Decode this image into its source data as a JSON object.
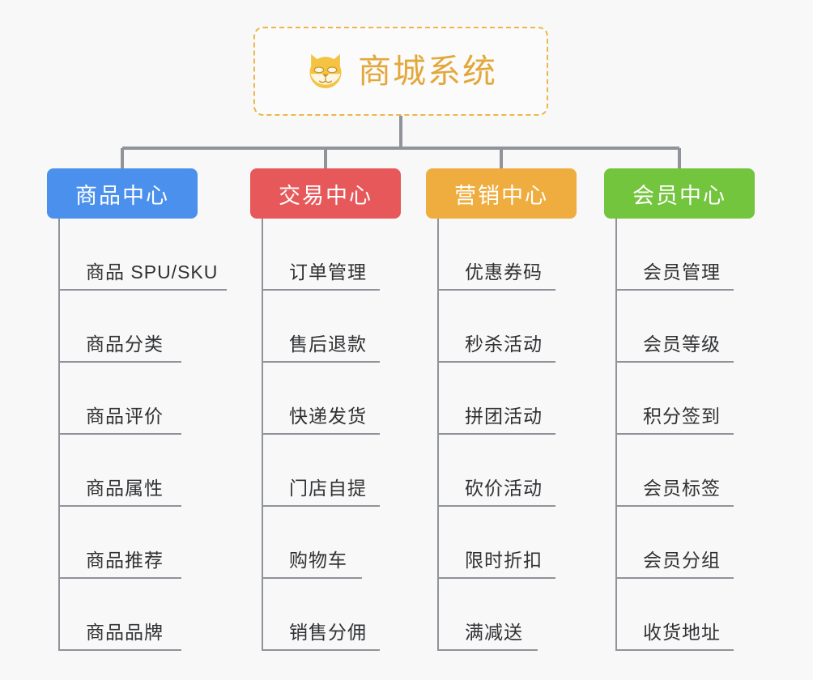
{
  "page": {
    "background_color": "#f8f8f8",
    "line_color": "#909399",
    "text_color": "#303133"
  },
  "root": {
    "title": "商城系统",
    "icon": "shiba-dog-icon",
    "title_color": "#e3a83c",
    "border_color": "#f0b44a",
    "background_color": "#fbfbfb"
  },
  "branches": [
    {
      "label": "商品中心",
      "color": "#4a90ec",
      "items": [
        {
          "label": "商品 SPU/SKU",
          "underline_width": 208
        },
        {
          "label": "商品分类",
          "underline_width": 152
        },
        {
          "label": "商品评价",
          "underline_width": 152
        },
        {
          "label": "商品属性",
          "underline_width": 152
        },
        {
          "label": "商品推荐",
          "underline_width": 152
        },
        {
          "label": "商品品牌",
          "underline_width": 152
        }
      ]
    },
    {
      "label": "交易中心",
      "color": "#e6585a",
      "items": [
        {
          "label": "订单管理",
          "underline_width": 146
        },
        {
          "label": "售后退款",
          "underline_width": 146
        },
        {
          "label": "快递发货",
          "underline_width": 146
        },
        {
          "label": "门店自提",
          "underline_width": 146
        },
        {
          "label": "购物车",
          "underline_width": 124
        },
        {
          "label": "销售分佣",
          "underline_width": 146
        }
      ]
    },
    {
      "label": "营销中心",
      "color": "#eead3e",
      "items": [
        {
          "label": "优惠券码",
          "underline_width": 146
        },
        {
          "label": "秒杀活动",
          "underline_width": 146
        },
        {
          "label": "拼团活动",
          "underline_width": 146
        },
        {
          "label": "砍价活动",
          "underline_width": 146
        },
        {
          "label": "限时折扣",
          "underline_width": 146
        },
        {
          "label": "满减送",
          "underline_width": 124
        }
      ]
    },
    {
      "label": "会员中心",
      "color": "#73c53d",
      "items": [
        {
          "label": "会员管理",
          "underline_width": 146
        },
        {
          "label": "会员等级",
          "underline_width": 146
        },
        {
          "label": "积分签到",
          "underline_width": 146
        },
        {
          "label": "会员标签",
          "underline_width": 146
        },
        {
          "label": "会员分组",
          "underline_width": 146
        },
        {
          "label": "收货地址",
          "underline_width": 146
        }
      ]
    }
  ]
}
